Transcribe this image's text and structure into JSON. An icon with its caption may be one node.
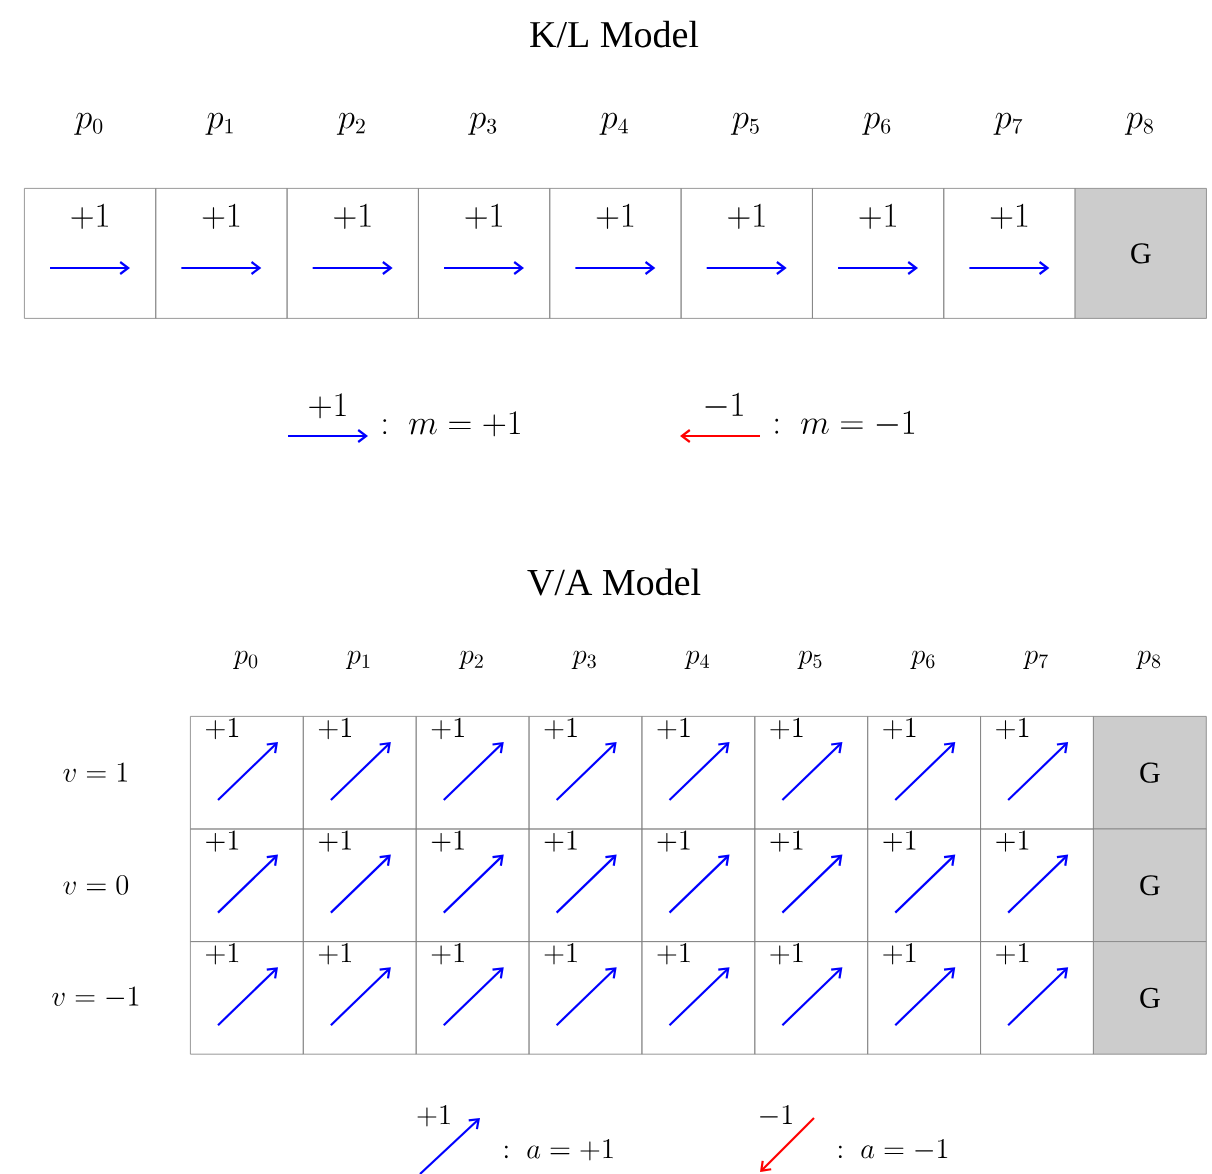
{
  "diagram": {
    "nodes": [
      {
        "text": [
          "+1"
        ]
      },
      {
        "text": [
          "+1"
        ]
      },
      {
        "text": [
          "+1"
        ]
      },
      {
        "text": [
          "+1"
        ]
      },
      {
        "text": [
          "+1"
        ]
      },
      {
        "text": [
          "+1"
        ]
      },
      {
        "text": [
          "+1"
        ]
      },
      {
        "text": [
          "+1"
        ]
      },
      {
        "text": [
          "G"
        ]
      },
      {
        "text": [
          "+1"
        ]
      },
      {
        "text": [
          "+1"
        ]
      },
      {
        "text": [
          "+1"
        ]
      },
      {
        "text": [
          "+1"
        ]
      },
      {
        "text": [
          "+1"
        ]
      },
      {
        "text": [
          "+1"
        ]
      },
      {
        "text": [
          "+1"
        ]
      },
      {
        "text": [
          "+1"
        ]
      },
      {
        "text": [
          "G"
        ]
      },
      {
        "text": [
          "+1"
        ]
      },
      {
        "text": [
          "+1"
        ]
      },
      {
        "text": [
          "+1"
        ]
      },
      {
        "text": [
          "+1"
        ]
      },
      {
        "text": [
          "+1"
        ]
      },
      {
        "text": [
          "+1"
        ]
      },
      {
        "text": [
          "+1"
        ]
      },
      {
        "text": [
          "+1"
        ]
      },
      {
        "text": [
          "G"
        ]
      },
      {
        "text": [
          "+1"
        ]
      },
      {
        "text": [
          "+1"
        ]
      },
      {
        "text": [
          "+1"
        ]
      },
      {
        "text": [
          "+1"
        ]
      },
      {
        "text": [
          "+1"
        ]
      },
      {
        "text": [
          "+1"
        ]
      },
      {
        "text": [
          "+1"
        ]
      },
      {
        "text": [
          "+1"
        ]
      },
      {
        "text": [
          "G"
        ]
      }
    ],
    "labels": [
      "K/L Model",
      "p_0",
      "p_1",
      "p_2",
      "p_3",
      "p_4",
      "p_5",
      "p_6",
      "p_7",
      "p_8",
      "+1",
      "-1",
      "V/A Model",
      "p_0",
      "p_1",
      "p_2",
      "p_3",
      "p_4",
      "p_5",
      "p_6",
      "p_7",
      "p_8",
      "v = 1",
      "v = 0",
      "v = -1",
      "+1",
      "-1"
    ],
    "legend": [
      {
        "text": ":\\; m = +1"
      },
      {
        "text": ":\\; m = -1"
      },
      {
        "text": ":\\; a = +1"
      },
      {
        "text": ":\\; a = -1"
      }
    ]
  }
}
